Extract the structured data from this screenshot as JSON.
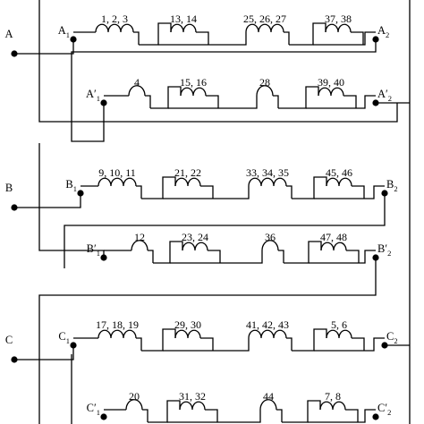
{
  "diagram": {
    "phases": [
      {
        "id": "A",
        "label": "A",
        "start": {
          "base": "A",
          "prime": "",
          "sub": "1"
        },
        "end": {
          "base": "A",
          "prime": "",
          "sub": "2"
        },
        "groups": [
          {
            "label": "1, 2, 3",
            "turns": 3
          },
          {
            "label": "13, 14",
            "turns": 2
          },
          {
            "label": "25, 26, 27",
            "turns": 3
          },
          {
            "label": "37, 38",
            "turns": 2
          }
        ]
      },
      {
        "id": "A-prime",
        "label": "",
        "start": {
          "base": "A",
          "prime": "′",
          "sub": "1"
        },
        "end": {
          "base": "A",
          "prime": "′",
          "sub": "2"
        },
        "groups": [
          {
            "label": "4",
            "turns": 1
          },
          {
            "label": "15, 16",
            "turns": 2
          },
          {
            "label": "28",
            "turns": 1
          },
          {
            "label": "39, 40",
            "turns": 2
          }
        ]
      },
      {
        "id": "B",
        "label": "B",
        "start": {
          "base": "B",
          "prime": "",
          "sub": "1"
        },
        "end": {
          "base": "B",
          "prime": "",
          "sub": "2"
        },
        "groups": [
          {
            "label": "9, 10, 11",
            "turns": 3
          },
          {
            "label": "21, 22",
            "turns": 2
          },
          {
            "label": "33, 34, 35",
            "turns": 3
          },
          {
            "label": "45, 46",
            "turns": 2
          }
        ]
      },
      {
        "id": "B-prime",
        "label": "",
        "start": {
          "base": "B",
          "prime": "′",
          "sub": "1"
        },
        "end": {
          "base": "B",
          "prime": "′",
          "sub": "2"
        },
        "groups": [
          {
            "label": "12",
            "turns": 1
          },
          {
            "label": "23, 24",
            "turns": 2
          },
          {
            "label": "36",
            "turns": 1
          },
          {
            "label": "47, 48",
            "turns": 2
          }
        ]
      },
      {
        "id": "C",
        "label": "C",
        "start": {
          "base": "C",
          "prime": "",
          "sub": "1"
        },
        "end": {
          "base": "C",
          "prime": "",
          "sub": "2"
        },
        "groups": [
          {
            "label": "17, 18, 19",
            "turns": 3
          },
          {
            "label": "29, 30",
            "turns": 2
          },
          {
            "label": "41, 42, 43",
            "turns": 3
          },
          {
            "label": "5, 6",
            "turns": 2
          }
        ]
      },
      {
        "id": "C-prime",
        "label": "",
        "start": {
          "base": "C",
          "prime": "′",
          "sub": "1"
        },
        "end": {
          "base": "C",
          "prime": "′",
          "sub": "2"
        },
        "groups": [
          {
            "label": "20",
            "turns": 1
          },
          {
            "label": "31, 32",
            "turns": 2
          },
          {
            "label": "44",
            "turns": 1
          },
          {
            "label": "7, 8",
            "turns": 2
          }
        ]
      }
    ]
  }
}
